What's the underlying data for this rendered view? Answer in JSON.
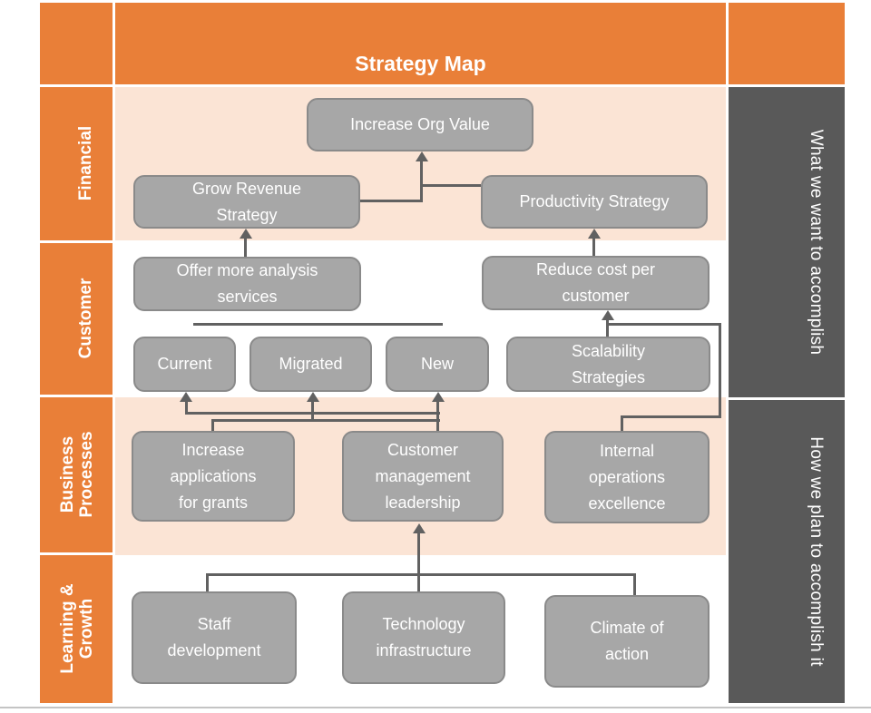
{
  "title": "Strategy Map",
  "rows": [
    {
      "label": "Financial"
    },
    {
      "label": "Customer"
    },
    {
      "label": "Business Processes"
    },
    {
      "label": "Learning & Growth"
    }
  ],
  "annotations": {
    "top": "What we want to accomplish",
    "bottom": "How we plan to accomplish it"
  },
  "nodes": {
    "increase_org_value": "Increase Org Value",
    "grow_revenue_strategy": "Grow Revenue Strategy",
    "productivity_strategy": "Productivity Strategy",
    "offer_more_analysis": "Offer more analysis services",
    "reduce_cost_per_customer": "Reduce cost per customer",
    "current": "Current",
    "migrated": "Migrated",
    "new": "New",
    "scalability_strategies": "Scalability Strategies",
    "increase_applications": "Increase applications for grants",
    "customer_management": "Customer management leadership",
    "internal_operations": "Internal operations excellence",
    "staff_development": "Staff development",
    "technology_infrastructure": "Technology infrastructure",
    "climate_of_action": "Climate of action"
  },
  "connections": [
    {
      "from": "grow_revenue_strategy",
      "to": "increase_org_value"
    },
    {
      "from": "productivity_strategy",
      "to": "increase_org_value"
    },
    {
      "from": "offer_more_analysis",
      "to": "grow_revenue_strategy"
    },
    {
      "from": "reduce_cost_per_customer",
      "to": "productivity_strategy"
    },
    {
      "from": "scalability_strategies",
      "to": "reduce_cost_per_customer"
    },
    {
      "from": "internal_operations",
      "to": "reduce_cost_per_customer"
    },
    {
      "from": "increase_applications",
      "to": "current / migrated / new"
    },
    {
      "from": "customer_management",
      "to": "current / migrated / new"
    },
    {
      "from": "technology_infrastructure",
      "to": "customer_management"
    },
    {
      "from": "staff_development",
      "to": "technology_infrastructure riser"
    },
    {
      "from": "climate_of_action",
      "to": "technology_infrastructure riser"
    }
  ],
  "colors": {
    "orange": "#E97F38",
    "peach": "#FBE4D5",
    "dark_gray": "#595959",
    "node_fill": "#A7A7A7",
    "node_border": "#8A8A8A",
    "connector": "#616161",
    "text": "#FFFFFF",
    "bottom_rule": "#C4C4C4"
  }
}
